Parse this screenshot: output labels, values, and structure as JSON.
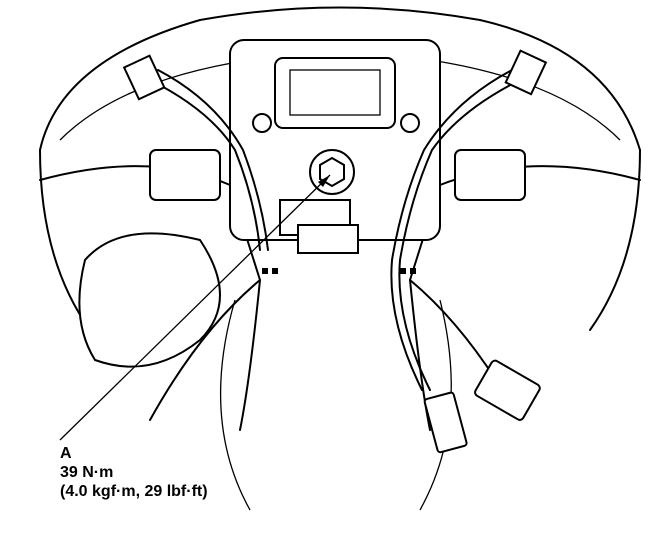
{
  "callout": {
    "letter": "A",
    "torque_metric": "39 N·m",
    "torque_imperial": "(4.0 kgf·m, 29 lbf·ft)"
  }
}
